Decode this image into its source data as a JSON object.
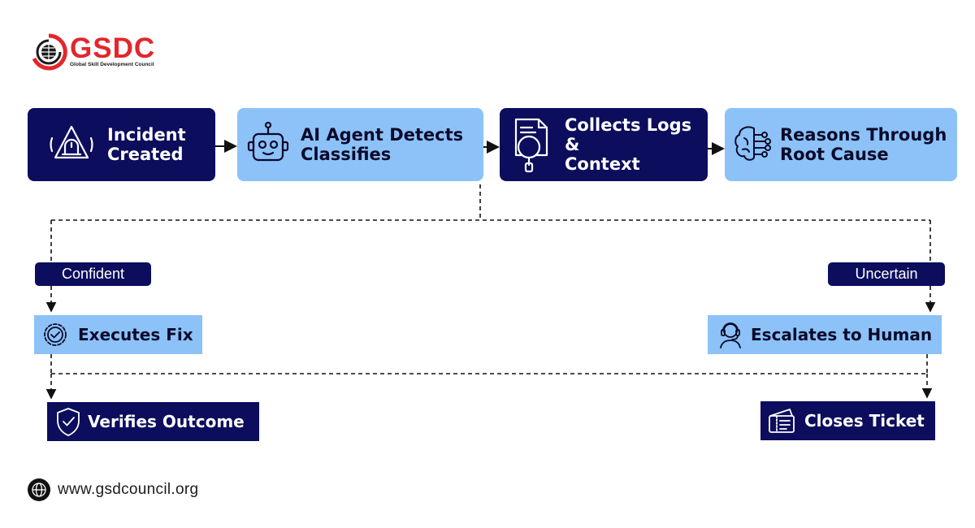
{
  "logo": {
    "name": "GSDC",
    "tagline": "Global Skill Development Council"
  },
  "flow": {
    "steps": [
      {
        "label": "Incident\nCreated",
        "icon": "alarm-siren-icon",
        "style": "dark"
      },
      {
        "label": "AI Agent Detects\nClassifies",
        "icon": "robot-icon",
        "style": "light"
      },
      {
        "label": "Collects Logs &\nContext",
        "icon": "document-search-icon",
        "style": "dark"
      },
      {
        "label": "Reasons Through\nRoot Cause",
        "icon": "ai-brain-icon",
        "style": "light"
      }
    ]
  },
  "branches": {
    "confident": {
      "label": "Confident",
      "action": {
        "label": "Executes Fix",
        "icon": "gear-check-icon"
      },
      "final": {
        "label": "Verifies Outcome",
        "icon": "shield-check-icon"
      }
    },
    "uncertain": {
      "label": "Uncertain",
      "action": {
        "label": "Escalates to Human",
        "icon": "support-agent-icon"
      },
      "final": {
        "label": "Closes Ticket",
        "icon": "ticket-icon"
      }
    }
  },
  "footer": {
    "url": "www.gsdcouncil.org",
    "icon": "globe-icon"
  },
  "colors": {
    "navy": "#0c0d5c",
    "light_blue": "#8cc2f8",
    "brand_red": "#e3262c"
  }
}
